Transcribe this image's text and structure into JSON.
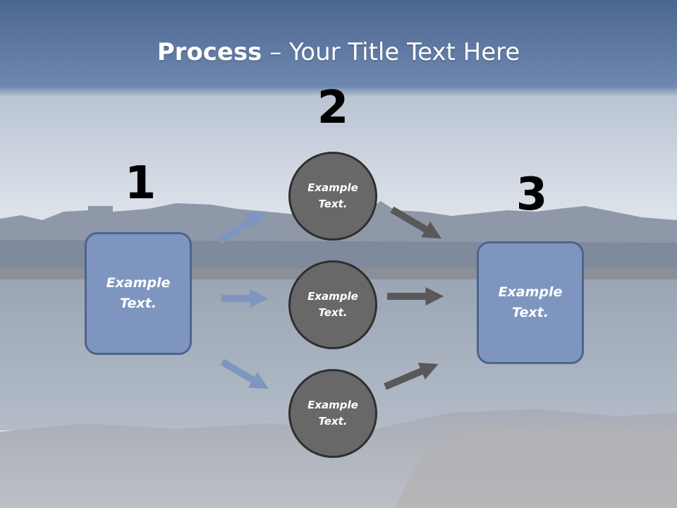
{
  "title": {
    "bold": "Process",
    "rest": " – Your Title Text Here"
  },
  "steps": [
    {
      "number": "1",
      "text": "Example\nText."
    },
    {
      "number": "2",
      "circles": [
        {
          "text": "Example\nText."
        },
        {
          "text": "Example\nText."
        },
        {
          "text": "Example\nText."
        }
      ]
    },
    {
      "number": "3",
      "text": "Example\nText."
    }
  ],
  "colors": {
    "box_fill": "#7e96bf",
    "box_border": "#4e648d",
    "circle_fill": "#686868",
    "circle_border": "#2f2f2f",
    "arrow_blue": "#7e96bf",
    "arrow_gray": "#595959",
    "header_band": "#6f88b0"
  },
  "background": "harbor-city-photo"
}
